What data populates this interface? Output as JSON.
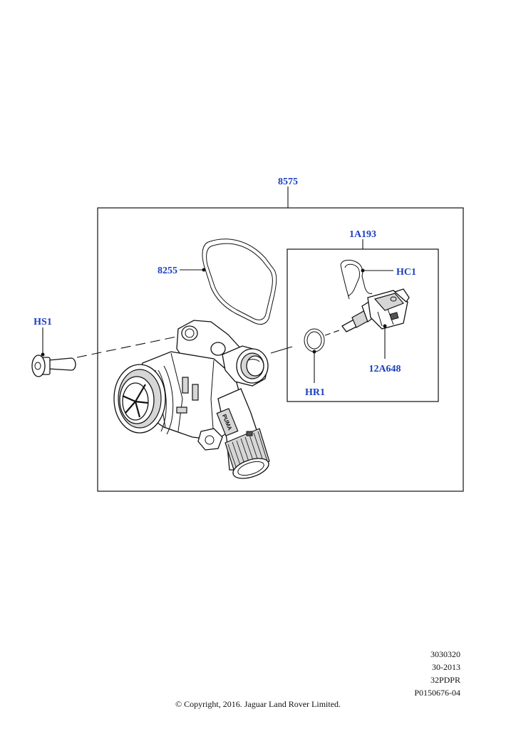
{
  "callouts": {
    "assembly": "8575",
    "gasket": "8255",
    "sensor_kit": "1A193",
    "clip": "HC1",
    "sensor": "12A648",
    "oring": "HR1",
    "bolt": "HS1"
  },
  "reference": {
    "line1": "3030320",
    "line2": "30-2013",
    "line3": "32PDPR",
    "line4": "P0150676-04"
  },
  "copyright": "© Copyright, 2016. Jaguar Land Rover Limited.",
  "housing_marking": "PUMA",
  "icons": [
    "thermostat-housing-icon",
    "gasket-icon",
    "bolt-icon",
    "o-ring-icon",
    "retaining-clip-icon",
    "temperature-sensor-icon"
  ],
  "colors": {
    "callout": "#1a3fbf",
    "line": "#111111"
  }
}
